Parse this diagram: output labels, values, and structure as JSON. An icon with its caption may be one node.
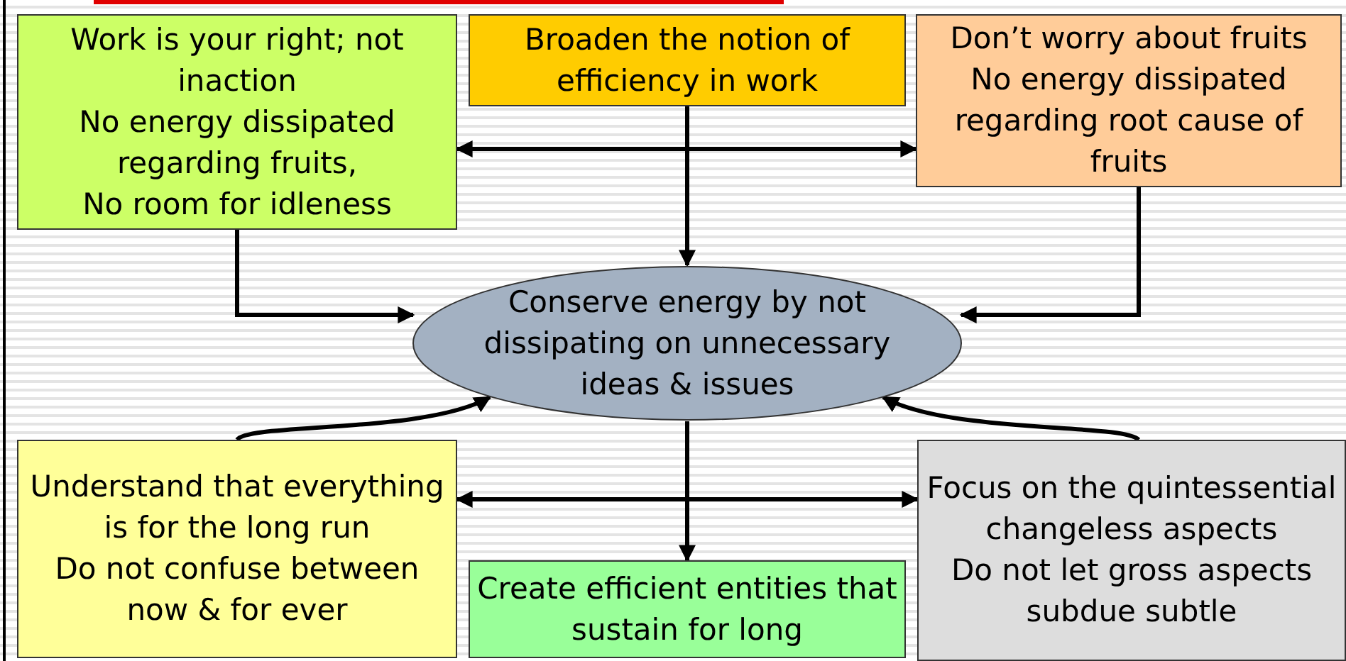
{
  "diagram": {
    "nodes": [
      {
        "text": [
          "Work is your right; not inaction",
          "No energy dissipated regarding fruits,",
          "No room for idleness"
        ]
      },
      {
        "text": [
          "Broaden the notion of efficiency in work"
        ]
      },
      {
        "text": [
          "Don’t worry about fruits",
          "No energy dissipated regarding root cause of fruits"
        ]
      },
      {
        "text": [
          "Conserve energy by not dissipating on unnecessary ideas & issues"
        ]
      },
      {
        "text": [
          "Understand that everything is for the long run",
          "Do not confuse between now & for ever"
        ]
      },
      {
        "text": [
          "Create efficient entities that sustain for long"
        ]
      },
      {
        "text": [
          "Focus on the quintessential changeless aspects",
          "Do not let gross aspects subdue subtle"
        ]
      }
    ],
    "edges": [
      {
        "from": 1,
        "to": 3,
        "arrow": "to"
      },
      {
        "from": 0,
        "to": 2,
        "arrow": "both"
      },
      {
        "from": 0,
        "to": 3,
        "arrow": "to"
      },
      {
        "from": 2,
        "to": 3,
        "arrow": "to"
      },
      {
        "from": 4,
        "to": 3,
        "arrow": "to"
      },
      {
        "from": 6,
        "to": 3,
        "arrow": "to"
      },
      {
        "from": 3,
        "to": 5,
        "arrow": "to"
      },
      {
        "from": 4,
        "to": 6,
        "arrow": "both"
      }
    ]
  }
}
